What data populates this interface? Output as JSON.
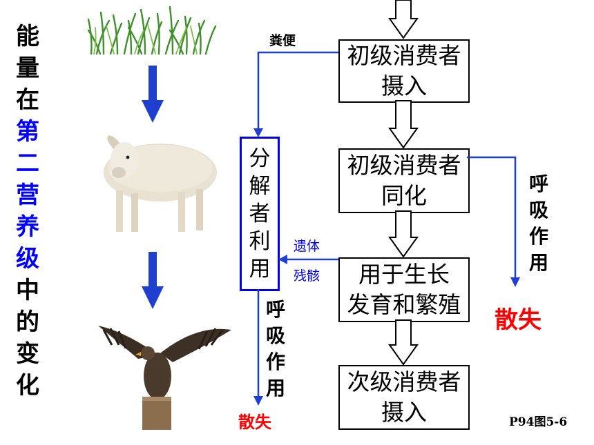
{
  "title_chars": [
    {
      "c": "能",
      "color": "#000000"
    },
    {
      "c": "量",
      "color": "#000000"
    },
    {
      "c": "在",
      "color": "#000000"
    },
    {
      "c": "第",
      "color": "#0000ff"
    },
    {
      "c": "二",
      "color": "#0000ff"
    },
    {
      "c": "营",
      "color": "#0000ff"
    },
    {
      "c": "养",
      "color": "#0000ff"
    },
    {
      "c": "级",
      "color": "#0000ff"
    },
    {
      "c": "中",
      "color": "#000000"
    },
    {
      "c": "的",
      "color": "#000000"
    },
    {
      "c": "变",
      "color": "#000000"
    },
    {
      "c": "化",
      "color": "#000000"
    }
  ],
  "boxes": {
    "intake_1": "初级消费者",
    "intake_2": "摄入",
    "assim_1": "初级消费者",
    "assim_2": "同化",
    "growth_1": "用于生长",
    "growth_2": "发育和繁殖",
    "second_1": "次级消费者",
    "second_2": "摄入"
  },
  "decomposer_chars": [
    "分",
    "解",
    "者",
    "利",
    "用"
  ],
  "labels": {
    "feces": "粪便",
    "remains_1": "遗体",
    "remains_2": "残骸",
    "respiration_chars": [
      "呼",
      "吸",
      "作",
      "用"
    ],
    "lost": "散失",
    "figure_ref": "P94图5-6"
  },
  "colors": {
    "accent_blue": "#0000ff",
    "lost_red": "#ff0000"
  }
}
